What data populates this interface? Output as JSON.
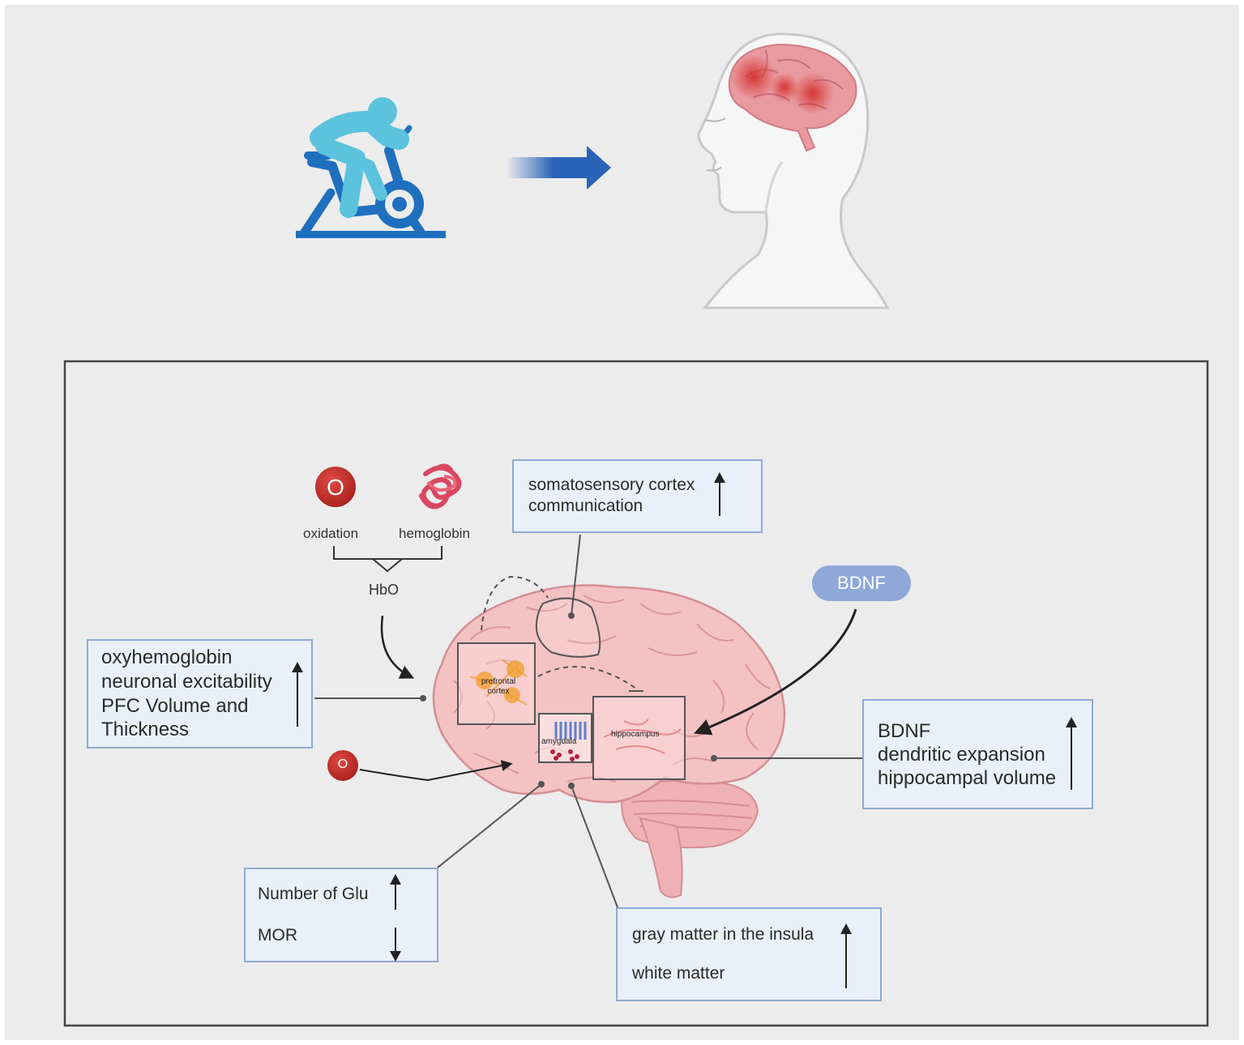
{
  "colors": {
    "background": "#ececec",
    "box_fill": "#eaf0fa",
    "box_border": "#8ea9d6",
    "arrow_blue": "#2a63b8",
    "cyclist_light": "#5bc3dd",
    "cyclist_dark": "#1f6fbf",
    "brain_pink": "#f2b9b9",
    "oxygen_red": "#c73430",
    "bdnf_pill": "#8ea8d8"
  },
  "icons": {
    "cyclist": "exercise-bike-icon",
    "arrow": "right-arrow-icon",
    "head": "human-head-brain-icon",
    "oxygen": "oxygen-molecule-icon",
    "hemoglobin": "hemoglobin-icon",
    "brain": "brain-icon"
  },
  "labels": {
    "oxygen_symbol": "O",
    "oxidation": "oxidation",
    "hemoglobin": "hemoglobin",
    "hbo": "HbO",
    "bdnf_pill": "BDNF",
    "small_oxygen": "O",
    "prefrontal": "prefrontal cortex",
    "amygdala": "amygdala",
    "hippocampus": "hippocampus"
  },
  "boxes": {
    "somatosensory": [
      "somatosensory cortex",
      "communication"
    ],
    "prefrontal": [
      "oxyhemoglobin",
      "neuronal excitability",
      "PFC Volume and",
      "Thickness"
    ],
    "hippocampal": [
      "BDNF",
      "dendritic expansion",
      "hippocampal volume"
    ],
    "glu": [
      "Number of Glu",
      "MOR"
    ],
    "insula": [
      "gray matter in the insula",
      "white matter"
    ]
  }
}
